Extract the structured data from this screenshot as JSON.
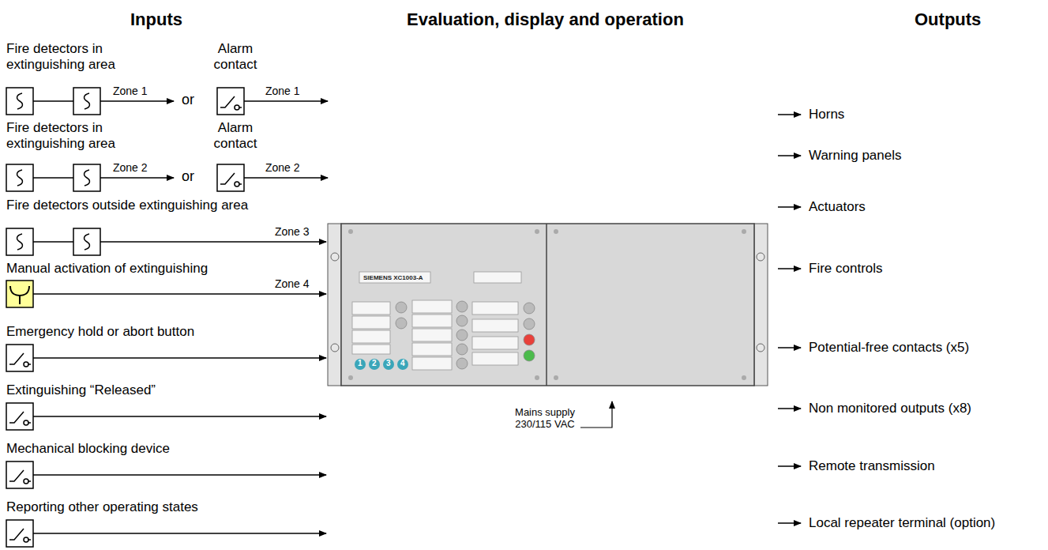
{
  "diagram": {
    "nodes": [
      {
        "text": [
          "SIEMENS XC1003-A"
        ]
      }
    ],
    "labels": [
      "Inputs",
      "Evaluation, display and operation",
      "Outputs",
      "Fire detectors in extinguishing area",
      "Alarm contact",
      "Zone 1",
      "or",
      "Zone 1",
      "Fire detectors in extinguishing area",
      "Alarm contact",
      "Zone 2",
      "or",
      "Zone 2",
      "Fire detectors outside extinguishing area",
      "Zone 3",
      "Manual activation of extinguishing",
      "Zone 4",
      "Emergency hold or abort button",
      "Extinguishing “Released”",
      "Mechanical blocking device",
      "Reporting other operating states",
      "Mains supply 230/115 VAC",
      "1",
      "2",
      "3",
      "4",
      "Horns",
      "Warning panels",
      "Actuators",
      "Fire controls",
      "Potential-free contacts (x5)",
      "Non monitored outputs (x8)",
      "Remote transmission",
      "Local repeater terminal (option)"
    ]
  }
}
